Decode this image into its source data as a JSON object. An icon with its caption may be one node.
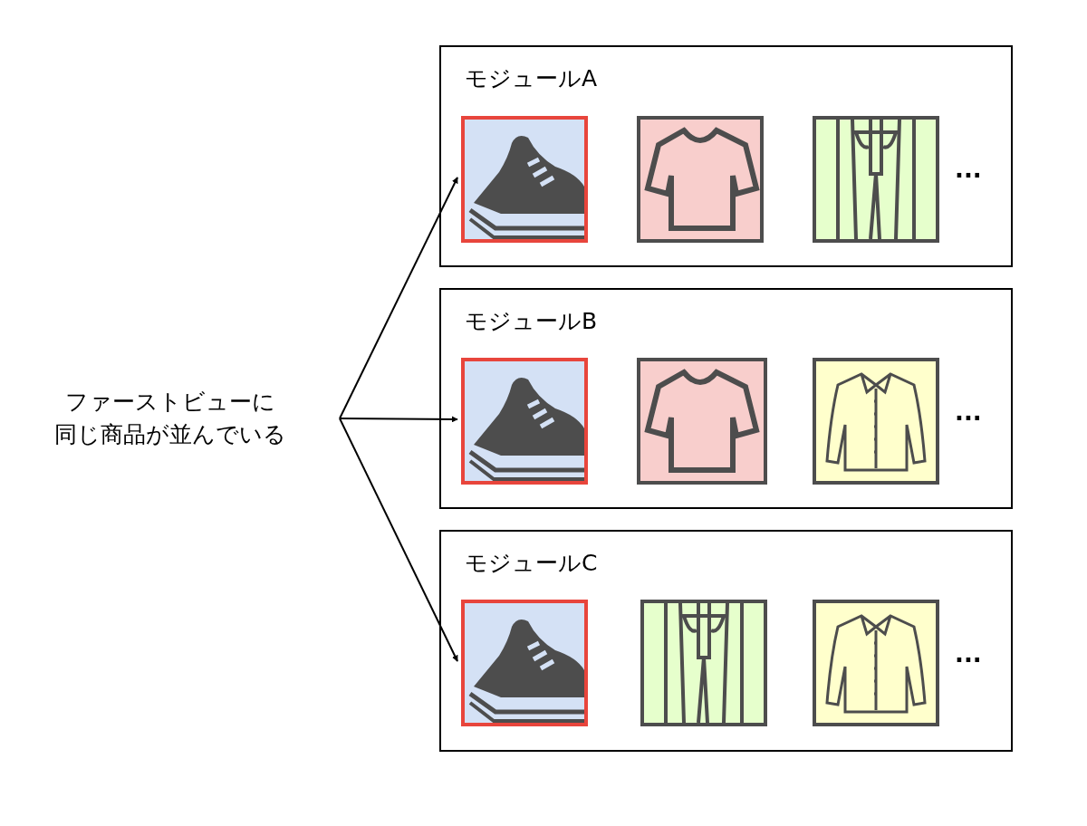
{
  "diagram": {
    "nodes": [
      {
        "text": [
          "ファーストビューに同じ商品が並んでいる"
        ]
      },
      {
        "text": [
          "モジュールA",
          "..."
        ]
      },
      {
        "text": [],
        "shape": "picture",
        "in": 1
      },
      {
        "text": [],
        "shape": "picture",
        "in": 1
      },
      {
        "text": [],
        "shape": "picture",
        "in": 1
      },
      {
        "text": [
          "モジュールB",
          "..."
        ]
      },
      {
        "text": [],
        "shape": "picture",
        "in": 5
      },
      {
        "text": [],
        "shape": "picture",
        "in": 5
      },
      {
        "text": [],
        "shape": "picture",
        "in": 5
      },
      {
        "text": [
          "モジュールC",
          "..."
        ]
      },
      {
        "text": [],
        "shape": "picture",
        "in": 9
      },
      {
        "text": [],
        "shape": "picture",
        "in": 9
      },
      {
        "text": [],
        "shape": "picture",
        "in": 9
      }
    ],
    "edges": [
      {
        "from": 0,
        "to": 2,
        "arrow": "to"
      },
      {
        "from": 0,
        "to": 6,
        "arrow": "to"
      },
      {
        "from": 0,
        "to": 10,
        "arrow": "to"
      }
    ]
  }
}
